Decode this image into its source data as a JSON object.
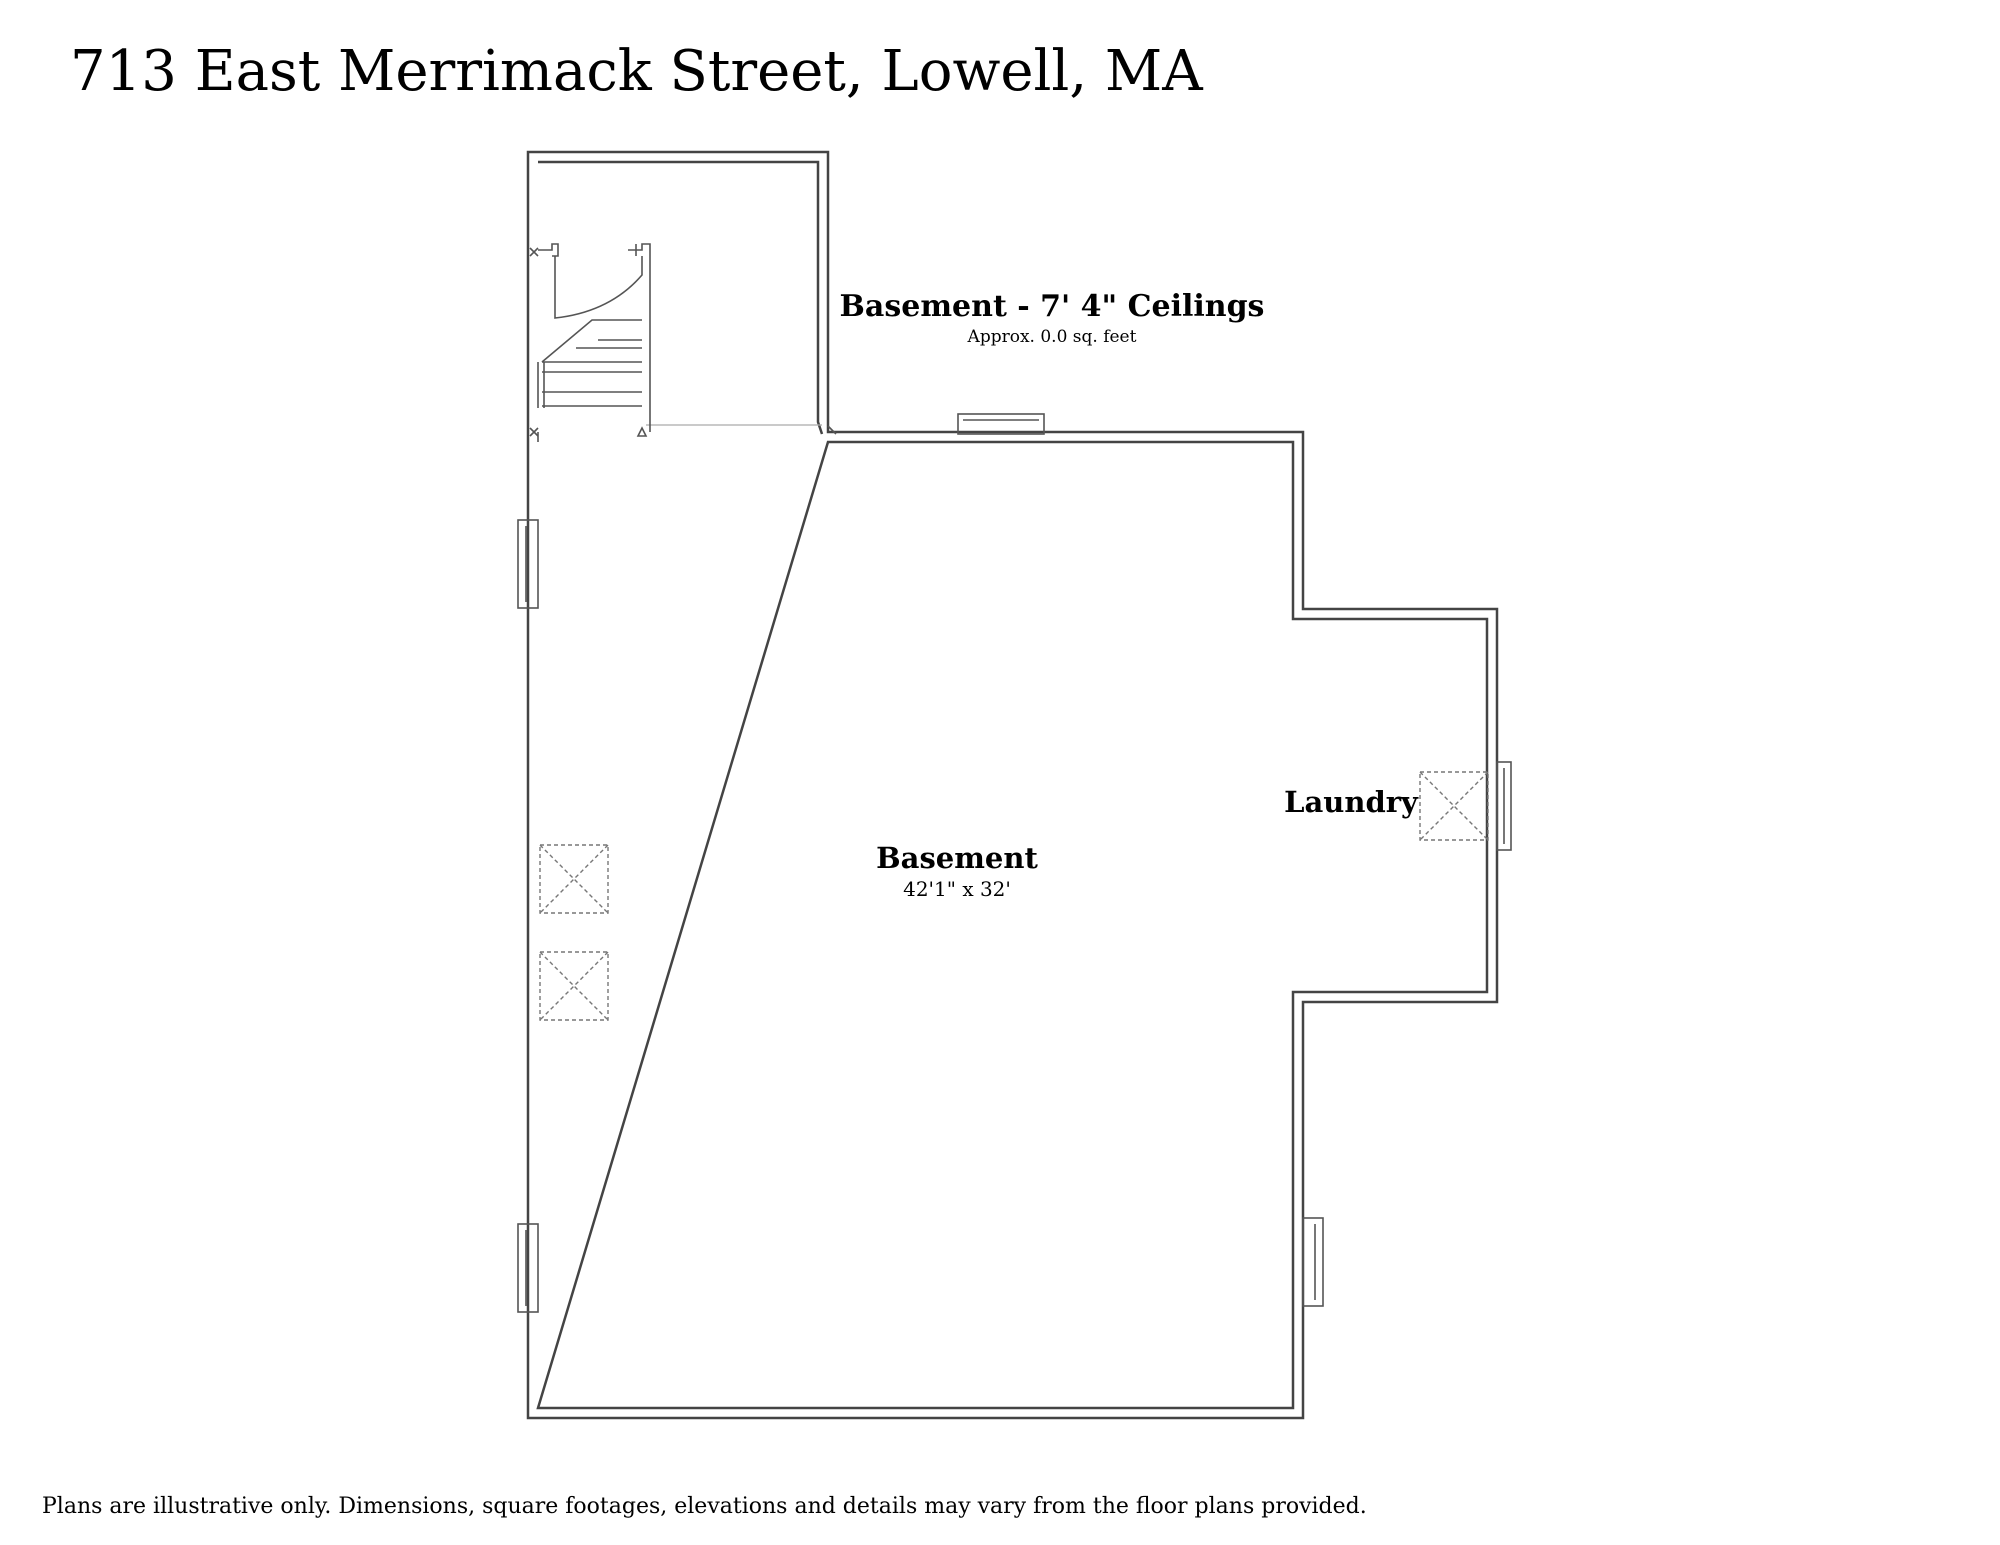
{
  "header": {
    "address": "713 East Merrimack Street, Lowell, MA"
  },
  "floor": {
    "title": "Basement - 7' 4\" Ceilings",
    "area": "Approx. 0.0 sq. feet"
  },
  "rooms": [
    {
      "name": "Basement",
      "dims": "42'1\" x 32'"
    },
    {
      "name": "Laundry"
    }
  ],
  "footer": {
    "disclaimer": "Plans are illustrative only. Dimensions, square footages, elevations and details may vary from the floor plans provided."
  },
  "colors": {
    "wall": "#444444",
    "background": "#ffffff",
    "text": "#000000"
  }
}
